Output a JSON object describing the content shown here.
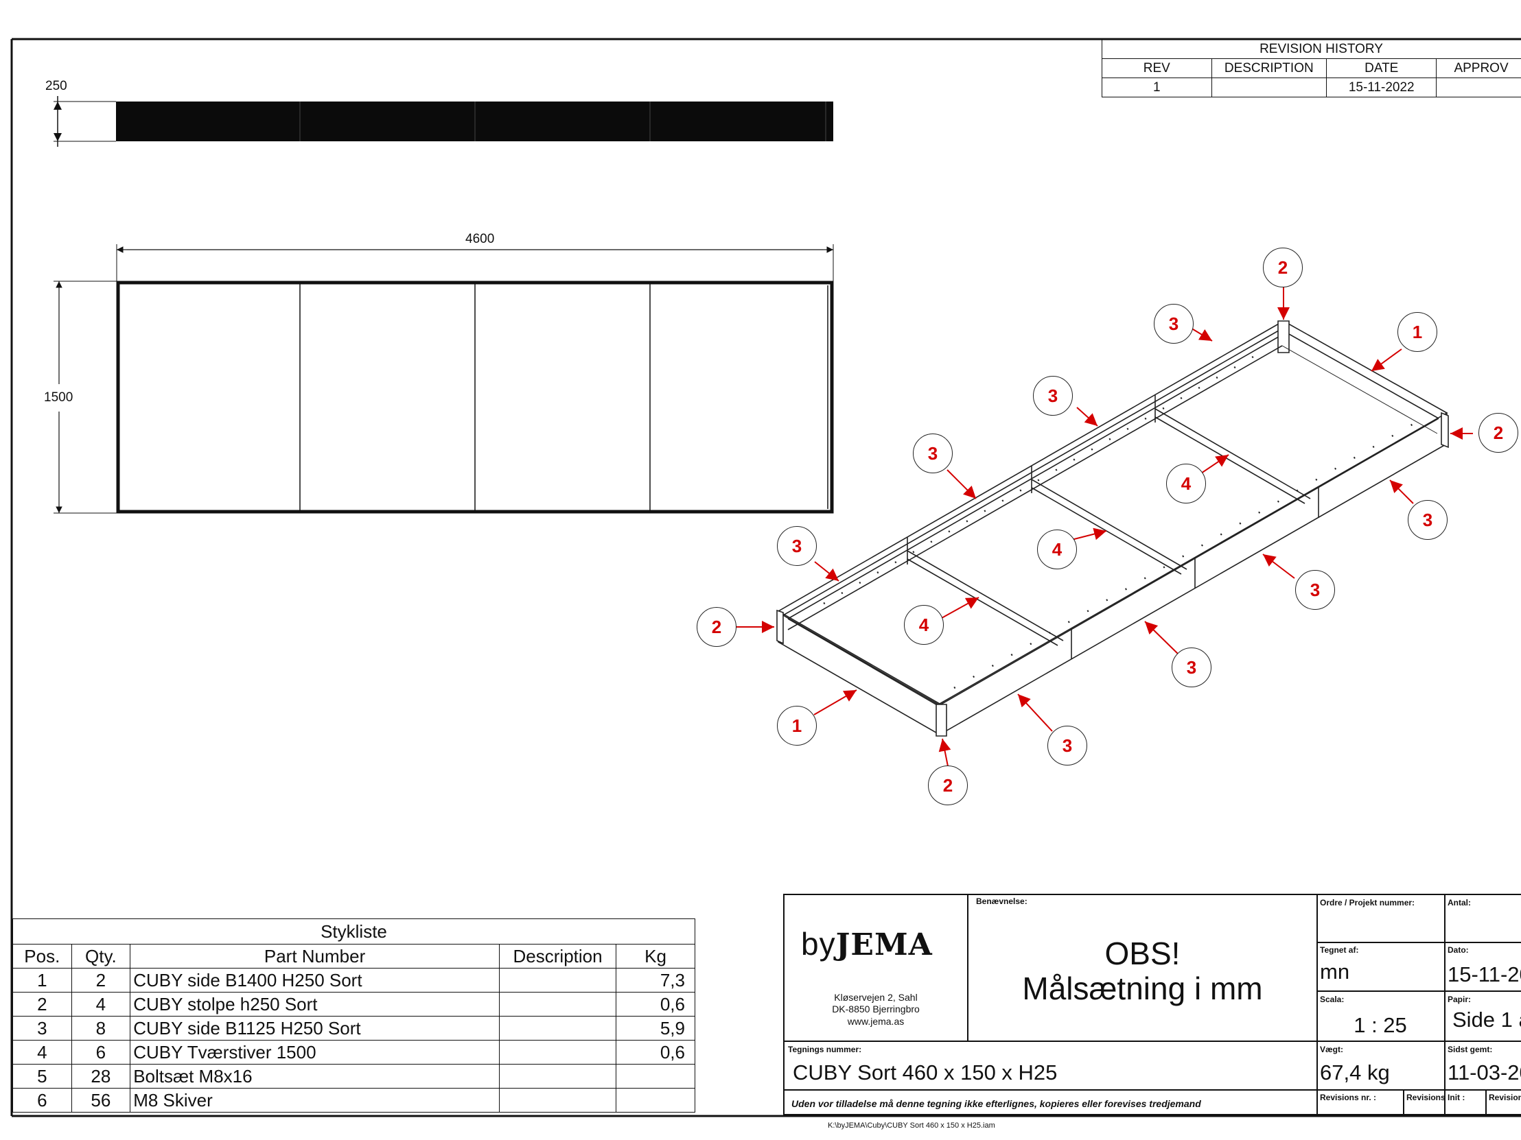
{
  "revision_history": {
    "title": "REVISION HISTORY",
    "headers": [
      "REV",
      "DESCRIPTION",
      "DATE",
      "APPROV"
    ],
    "rows": [
      [
        "1",
        "",
        "15-11-2022",
        ""
      ]
    ]
  },
  "views": {
    "side_dim_height": "250",
    "top_dim_width": "4600",
    "top_dim_height": "1500"
  },
  "balloons": {
    "item1": "1",
    "item2": "2",
    "item3": "3",
    "item4": "4"
  },
  "parts_list": {
    "title": "Stykliste",
    "headers": [
      "Pos.",
      "Qty.",
      "Part Number",
      "Description",
      "Kg"
    ],
    "rows": [
      [
        "1",
        "2",
        "CUBY side B1400 H250 Sort",
        "",
        "7,3"
      ],
      [
        "2",
        "4",
        "CUBY stolpe h250 Sort",
        "",
        "0,6"
      ],
      [
        "3",
        "8",
        "CUBY side B1125 H250 Sort",
        "",
        "5,9"
      ],
      [
        "4",
        "6",
        "CUBY Tværstiver 1500",
        "",
        "0,6"
      ],
      [
        "5",
        "28",
        "Boltsæt M8x16",
        "",
        ""
      ],
      [
        "6",
        "56",
        "M8 Skiver",
        "",
        ""
      ]
    ]
  },
  "title_block": {
    "company_by": "by",
    "company_name": "JEMA",
    "address_1": "Kløservejen 2, Sahl",
    "address_2": "DK-8850 Bjerringbro",
    "website": "www.jema.as",
    "label_name": "Benævnelse:",
    "notice_line1": "OBS!",
    "notice_line2": "Målsætning i mm",
    "label_order": "Ordre / Projekt nummer:",
    "label_qty": "Antal:",
    "label_drawn_by": "Tegnet af:",
    "drawn_by": "mn",
    "label_date": "Dato:",
    "date": "15-11-20",
    "label_scale": "Scala:",
    "scale": "1 : 25",
    "label_paper": "Papir:",
    "paper": "Side 1 a",
    "label_drawing_no": "Tegnings nummer:",
    "drawing_no": "CUBY Sort 460 x 150 x H25",
    "label_weight": "Vægt:",
    "weight": "67,4 kg",
    "label_last_saved": "Sidst gemt:",
    "last_saved": "11-03-20",
    "disclaimer": "Uden vor tilladelse må denne tegning ikke efterlignes, kopieres eller forevises tredjemand",
    "label_rev_no": "Revisions nr. :",
    "label_rev_init": "Revisions Init :",
    "label_revision": "Revision"
  },
  "file_path": "K:\\byJEMA\\Cuby\\CUBY Sort 460 x 150 x H25.iam"
}
